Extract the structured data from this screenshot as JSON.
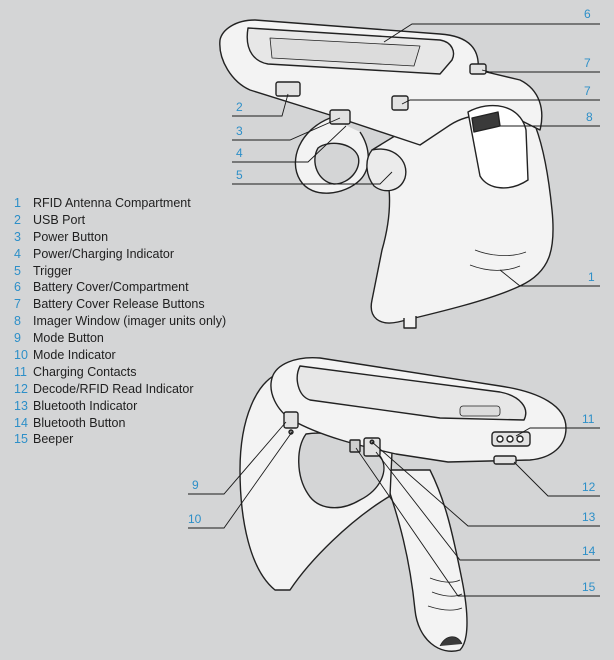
{
  "legend": [
    {
      "number": "1",
      "label": "RFID Antenna Compartment"
    },
    {
      "number": "2",
      "label": "USB Port"
    },
    {
      "number": "3",
      "label": "Power Button"
    },
    {
      "number": "4",
      "label": "Power/Charging Indicator"
    },
    {
      "number": "5",
      "label": "Trigger"
    },
    {
      "number": "6",
      "label": "Battery Cover/Compartment"
    },
    {
      "number": "7",
      "label": "Battery Cover Release Buttons"
    },
    {
      "number": "8",
      "label": "Imager Window (imager units only)"
    },
    {
      "number": "9",
      "label": "Mode Button"
    },
    {
      "number": "10",
      "label": "Mode Indicator"
    },
    {
      "number": "11",
      "label": "Charging Contacts"
    },
    {
      "number": "12",
      "label": "Decode/RFID Read Indicator"
    },
    {
      "number": "13",
      "label": "Bluetooth Indicator"
    },
    {
      "number": "14",
      "label": "Bluetooth Button"
    },
    {
      "number": "15",
      "label": "Beeper"
    }
  ],
  "callouts": [
    "6",
    "7",
    "7",
    "2",
    "8",
    "3",
    "4",
    "5",
    "1",
    "11",
    "9",
    "12",
    "10",
    "13",
    "14",
    "15"
  ],
  "colors": {
    "background": "#d4d5d6",
    "callout_number": "#2d8fc8",
    "legend_text": "#1f1f1f",
    "device_fill": "#f2f2f2",
    "outline": "#222222"
  }
}
